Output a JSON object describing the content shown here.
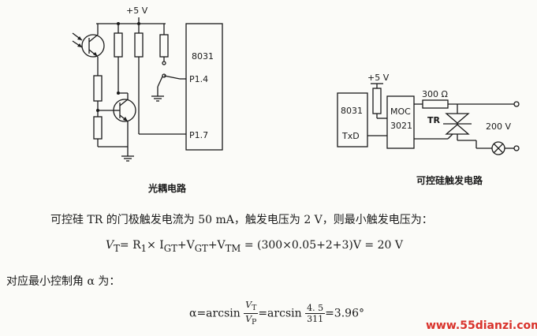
{
  "left_circuit": {
    "vcc_label": "+5 V",
    "chip_label": "8031",
    "pin_a": "P1.4",
    "pin_b": "P1.7",
    "caption": "光耦电路"
  },
  "right_circuit": {
    "vcc_label": "+5 V",
    "chip_label": "8031",
    "pin_label": "TxD",
    "moc_line1": "MOC",
    "moc_line2": "3021",
    "resistor_label": "300 Ω",
    "tr_label": "TR",
    "voltage_label": "200 V",
    "caption": "可控硅触发电路"
  },
  "text": {
    "line1": "可控硅 TR 的门极触发电流为 50 mA，触发电压为 2 V，则最小触发电压为：",
    "formula1": "V",
    "formula1_sub": "T",
    "formula1_rest": "= R",
    "formula1_r_sub": "1",
    "formula1_igt": "× I",
    "formula1_igt_sub": "GT",
    "formula1_vgt": "+V",
    "formula1_vgt_sub": "GT",
    "formula1_vtm": "+V",
    "formula1_vtm_sub": "TM",
    "formula1_tail": "= (300×0.05+2+3)V = 20 V",
    "line2": "对应最小控制角 α 为：",
    "formula2_lead": "α=arcsin",
    "f2_num": "V",
    "f2_num_sub": "T",
    "f2_den": "V",
    "f2_den_sub": "P",
    "formula2_mid": "=arcsin",
    "f3_num": "4. 5",
    "f3_den": "311",
    "formula2_tail": "=3.96°"
  },
  "watermark": "www.55dianzi.com",
  "colors": {
    "ink": "#1a1a1a",
    "watermark": "#d9322b"
  }
}
